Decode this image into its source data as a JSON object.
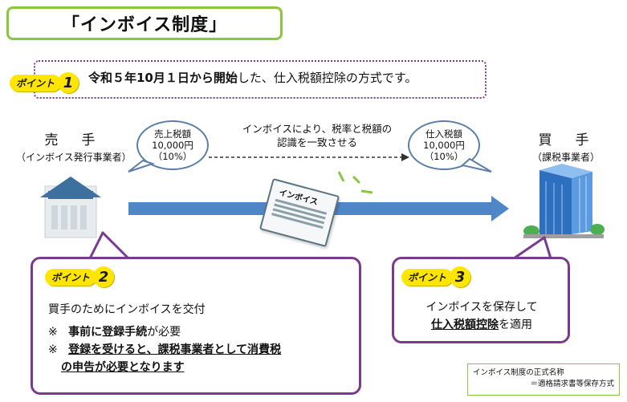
{
  "title": "「インボイス制度」",
  "point_badge": {
    "label": "ポイント"
  },
  "point1": {
    "num": "1",
    "text_bold": "令和５年10月１日から開始",
    "text_rest": "した、仕入税額控除の方式です。"
  },
  "seller": {
    "name": "売　手",
    "sub": "（インボイス発行事業者）"
  },
  "buyer": {
    "name": "買　手",
    "sub": "（課税事業者）"
  },
  "bubble_left": {
    "line1": "売上税額",
    "line2": "10,000円",
    "line3": "（10%）"
  },
  "bubble_right": {
    "line1": "仕入税額",
    "line2": "10,000円",
    "line3": "（10%）"
  },
  "consistency_text": {
    "line1": "インボイスにより、税率と税額の",
    "line2": "認識を一致させる"
  },
  "invoice_label": "インボイス",
  "point2": {
    "num": "2",
    "line1": "買手のためにインボイスを交付",
    "mark": "※",
    "line2_bold": "事前に登録手続",
    "line2_rest": "が必要",
    "line3_bold": "登録を受けると、課税事業者として消費税",
    "line4_bold": "の申告が必要となります"
  },
  "point3": {
    "num": "3",
    "line1": "インボイスを保存して",
    "line2_bold": "仕入税額控除",
    "line2_rest": "を適用"
  },
  "note": {
    "line1": "インボイス制度の正式名称",
    "line2": "＝適格請求書等保存方式"
  },
  "colors": {
    "accent_green": "#8cc63f",
    "purple": "#7a3b8f",
    "badge_yellow": "#ffe600",
    "arrow_blue": "#4f86c6"
  }
}
